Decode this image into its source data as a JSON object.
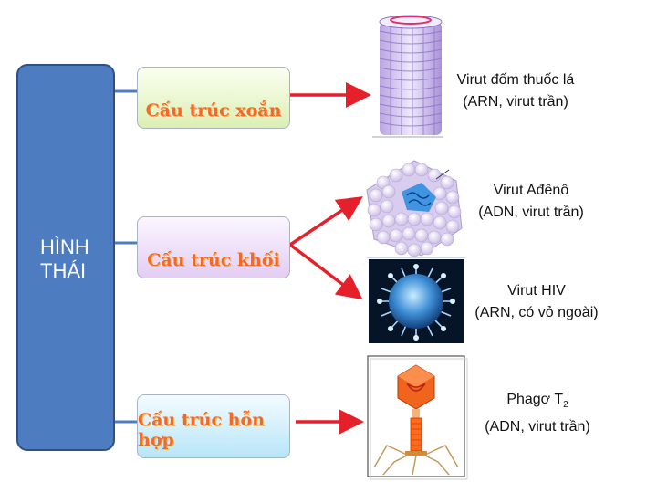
{
  "main": {
    "line1": "HÌNH",
    "line2": "THÁI"
  },
  "categories": {
    "helix": "Cấu trúc xoắn",
    "cubic": "Cấu trúc  khối",
    "mixed": "Cấu trúc hỗn hợp"
  },
  "viruses": {
    "tmv": {
      "name": "Virut đốm thuốc lá",
      "detail": "(ARN, virut trần)"
    },
    "adeno": {
      "name": "Virut Ađênô",
      "detail": "(ADN, virut trần)"
    },
    "hiv": {
      "name": "Virut HIV",
      "detail": "(ARN, có vỏ ngoài)"
    },
    "phage": {
      "name_prefix": "Phagơ T",
      "name_sub": "2",
      "detail": "(ADN, virut trần)"
    }
  },
  "colors": {
    "arrow": "#e5202a",
    "connector": "#4d7cc0",
    "main_fill": "#4d7cc0"
  }
}
